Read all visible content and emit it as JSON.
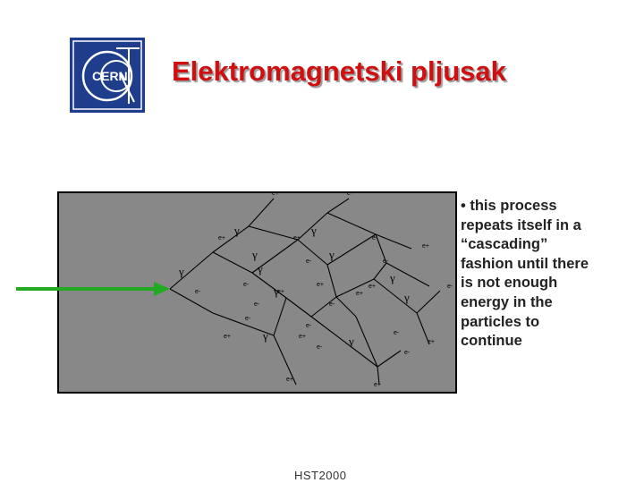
{
  "slide": {
    "title": "Elektromagnetski pljusak",
    "logo_text": "CERN",
    "footer": "HST2000"
  },
  "bullets": [
    "• this process",
    "repeats itself in a",
    "“cascading”",
    "fashion until there",
    "is not enough",
    "energy in the",
    "particles to",
    "continue"
  ],
  "diagram": {
    "photon_symbol": "γ",
    "electron_label": "e-",
    "positron_label": "e+",
    "arrow_color": "#22aa22",
    "panel_color": "#888888",
    "line_color": "#000000"
  }
}
